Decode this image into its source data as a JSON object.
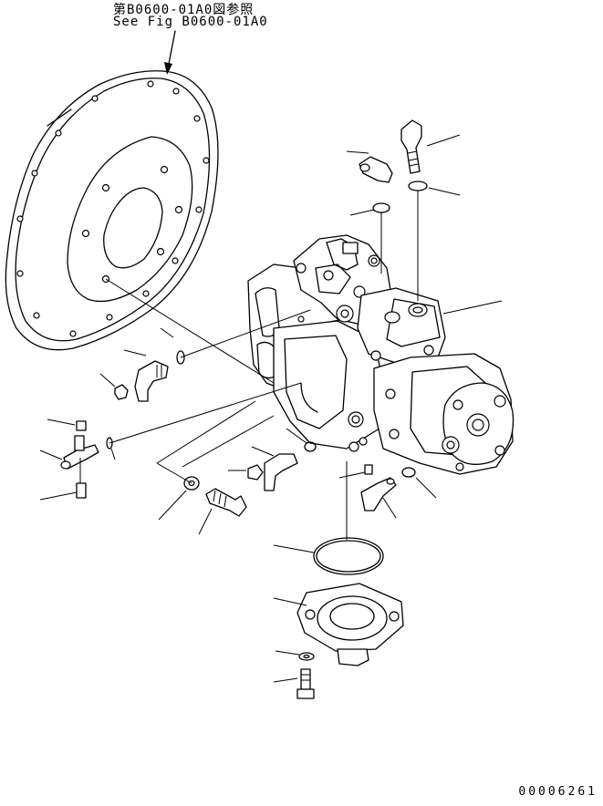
{
  "reference": {
    "line1": "第B0600-01A0図参照",
    "line2": "See Fig B0600-01A0"
  },
  "doc_number": "00006261"
}
